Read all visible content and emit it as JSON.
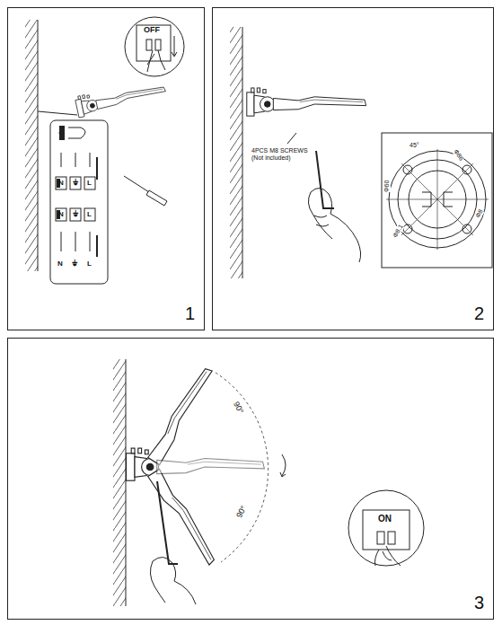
{
  "diagram": {
    "nodes": [
      {
        "text": [
          "1"
        ]
      },
      {
        "text": [
          "2"
        ]
      },
      {
        "text": [
          "3"
        ]
      }
    ],
    "labels": [
      "OFF",
      "N",
      "⏚",
      "L",
      "N",
      "⏚",
      "L",
      "N",
      "⏚",
      "L",
      "4PCS M8 SCREWS (Not included)",
      "45°",
      "Φ86",
      "Φ60",
      "Φ8",
      "Φ8.1",
      "90°",
      "90°",
      "ON"
    ]
  }
}
